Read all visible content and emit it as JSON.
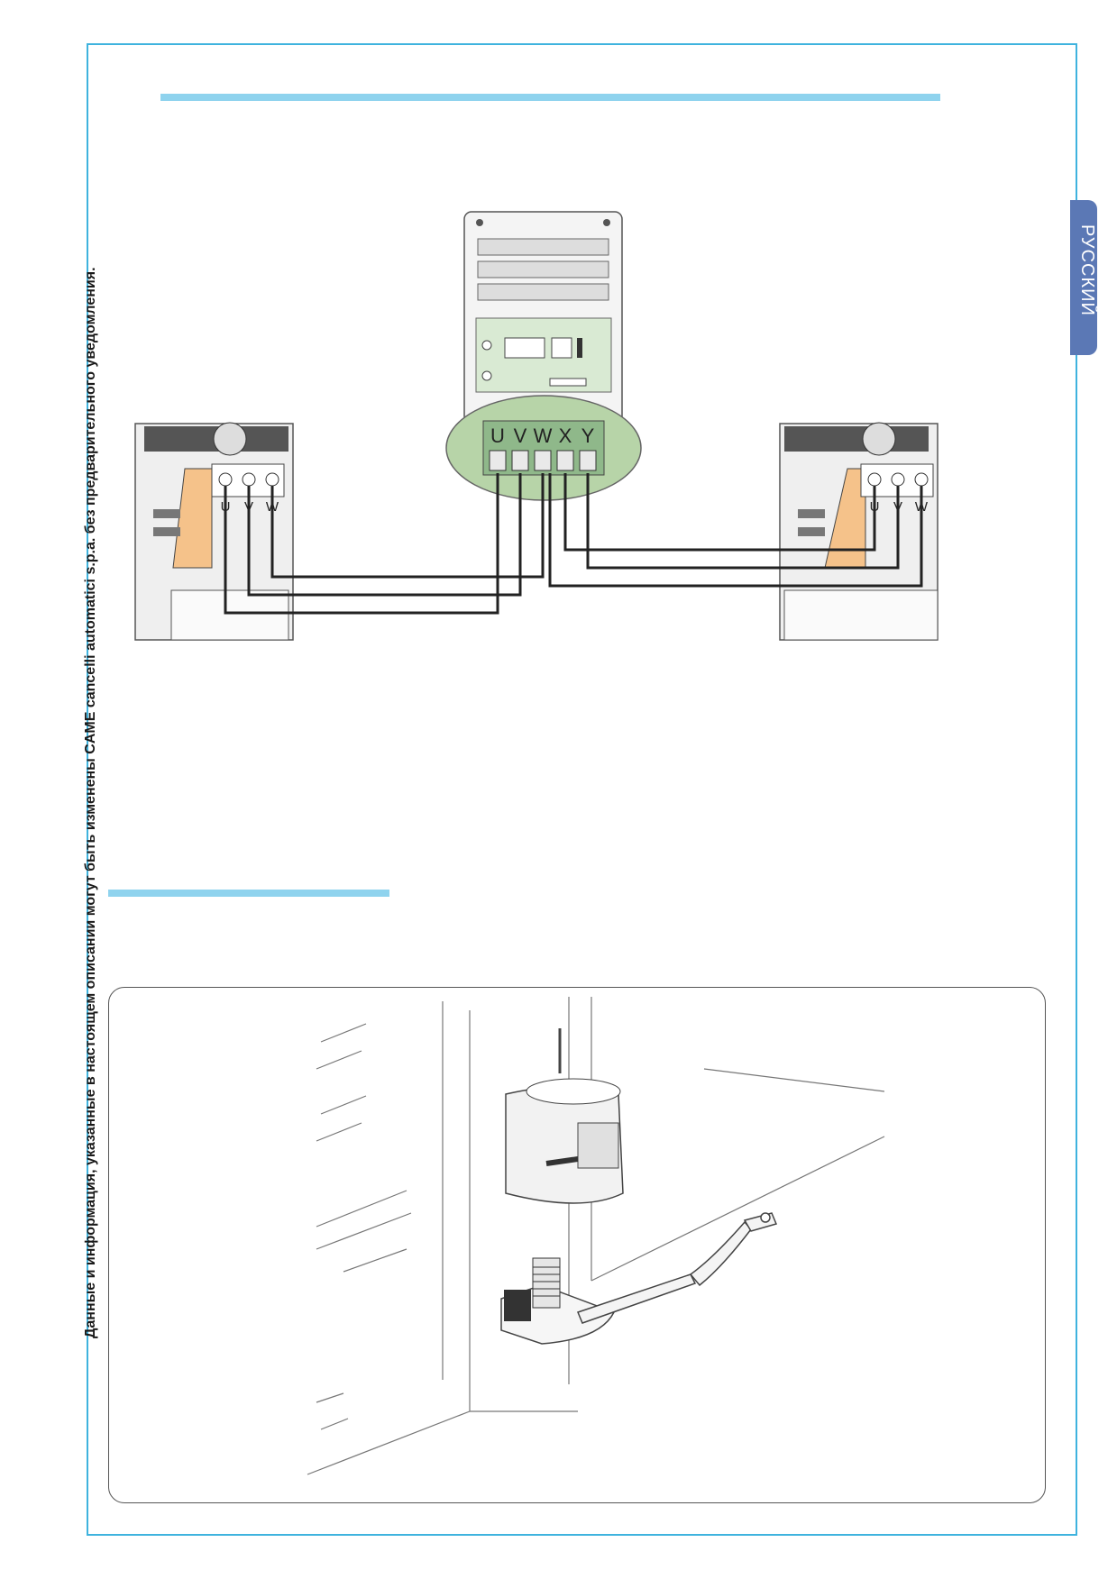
{
  "side_notice": "Данные и информация, указанные в настоящем описании могут быть изменены CAME cancelli automatici s.p.a. без предварительного уведомления.",
  "language_tab": "РУССКИЙ",
  "wiring": {
    "control_unit_terminals": [
      "U",
      "V",
      "W",
      "X",
      "Y"
    ],
    "left_motor_terminals": [
      "U",
      "V",
      "W"
    ],
    "right_motor_terminals": [
      "U",
      "V",
      "W"
    ]
  },
  "colors": {
    "frame": "#3fb3de",
    "section_bar": "#8fd3ee",
    "language_tab": "#5b78b5",
    "terminal_zoom": "#b7d4a8",
    "motor_accent": "#f5c28a"
  }
}
